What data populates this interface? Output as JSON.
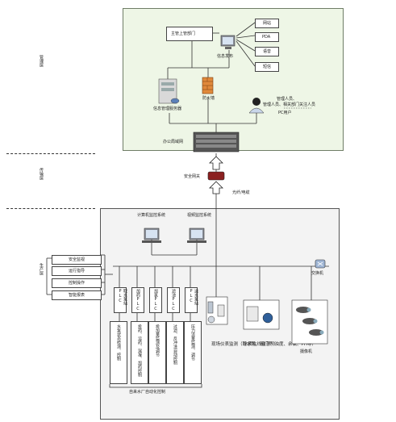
{
  "layers": {
    "management": "管理层",
    "transmission": "传输层",
    "production": "生产层"
  },
  "management": {
    "main_dept": "主管上管部门",
    "info_publish": "信息发布",
    "outputs": [
      "网站",
      "PDA",
      "语音",
      "短信"
    ],
    "firewall": "防火墙",
    "info_server": "信息管理服务器",
    "managers": "管理人员、相关部门关注人员",
    "pc_user": "PC用户",
    "lan": "办公局域网"
  },
  "transmission": {
    "security_gateway": "安全网关",
    "fiber": "光纤/电缆"
  },
  "production": {
    "computer_monitor": "计算机监控系统",
    "video_monitor": "视频监控系统",
    "switch": "交换机",
    "functions": [
      "安全监视",
      "运行指导",
      "控制操作",
      "智能报表"
    ],
    "plcs": [
      "取水泵站PLC",
      "加药PLC",
      "加氯PLC",
      "滤池PLC",
      "送水泵站PLC"
    ],
    "plc_details": [
      "水泵状态检测、控制",
      "投药、溶药、混凝、加药控制",
      "投加量监测及调节",
      "过滤、反冲洗自动控制",
      "压力流量监测、调节"
    ],
    "auto_control": "自来水厂自动化控制",
    "field_instruments": "现场仪表监测（取水泵、阀门等）",
    "water_quality": "水质在线监测（浊度、余氯、PH等）",
    "camera": "摄像机"
  }
}
